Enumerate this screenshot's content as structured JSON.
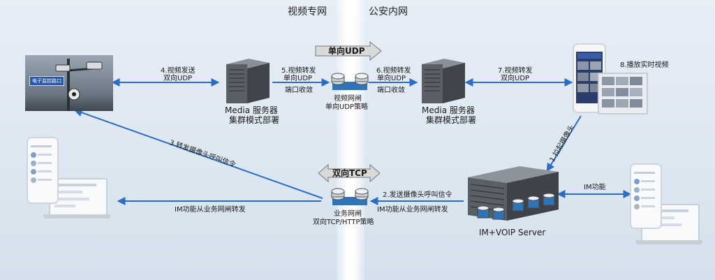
{
  "zones": {
    "left": "视频专网",
    "right": "公安内网"
  },
  "udp_banner": "单向UDP",
  "tcp_banner": "双向TCP",
  "camera_sign": "电子监控路口",
  "media_server_left": {
    "line1": "Media 服务器",
    "line2": "集群模式部署"
  },
  "media_server_right": {
    "line1": "Media 服务器",
    "line2": "集群模式部署"
  },
  "video_gate": {
    "line1": "视频网闸",
    "line2": "单向UDP策略"
  },
  "biz_gate": {
    "line1": "业务网闸",
    "line2": "双向TCP/HTTP策略"
  },
  "im_server": "IM+VOIP Server",
  "steps": {
    "s4": {
      "line1": "4.视频发送",
      "line2": "双向UDP"
    },
    "s5": {
      "line1": "5.视频转发",
      "line2": "单向UDP",
      "port": "端口收敛"
    },
    "s6": {
      "line1": "6.视频转发",
      "line2": "单向UDP",
      "port": "端口收敛"
    },
    "s7": {
      "line1": "7.视频转发",
      "line2": "双向UDP"
    },
    "s8": "8.播放实时视频",
    "s1": "1.拉起摄像头",
    "s2": "2.发送摄像头呼叫信令",
    "s3": "3.转发摄像头呼叫信令",
    "im_fwd_left": "IM功能从业务网闸转发",
    "im_fwd_right": "IM功能从业务网闸转发",
    "im_func": "IM功能"
  },
  "colors": {
    "arrow": "#2b6cc4",
    "server": "#5a5f66",
    "gate_blue": "#2f74b7"
  }
}
